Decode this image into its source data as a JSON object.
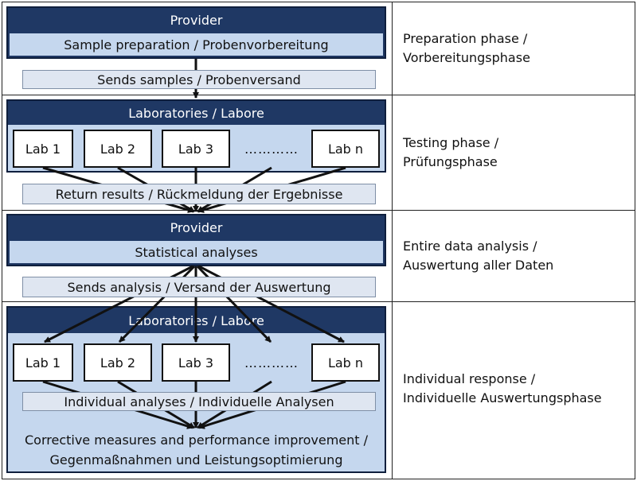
{
  "section1": {
    "provider_header": "Provider",
    "band_label": "Sample preparation / Probenvorbereitung",
    "bar_label": "Sends samples / Probenversand",
    "phase_line1": "Preparation phase /",
    "phase_line2": "Vorbereitungsphase"
  },
  "section2": {
    "header": "Laboratories / Labore",
    "labs": [
      "Lab 1",
      "Lab 2",
      "Lab 3",
      "…………",
      "Lab n"
    ],
    "bar_label": "Return results / Rückmeldung der Ergebnisse",
    "phase_line1": "Testing phase /",
    "phase_line2": "Prüfungsphase"
  },
  "section3": {
    "provider_header": "Provider",
    "band_label": "Statistical analyses",
    "bar_label": "Sends analysis / Versand der Auswertung",
    "phase_line1": "Entire data analysis /",
    "phase_line2": "Auswertung aller Daten"
  },
  "section4": {
    "header": "Laboratories / Labore",
    "labs": [
      "Lab 1",
      "Lab 2",
      "Lab 3",
      "…………",
      "Lab n"
    ],
    "bar_label": "Individual analyses / Individuelle Analysen",
    "result_line1": "Corrective measures and performance improvement /",
    "result_line2": "Gegenmaßnahmen und Leistungsoptimierung",
    "phase_line1": "Individual response /",
    "phase_line2": "Individuelle Auswertungsphase"
  },
  "colors": {
    "navy": "#1f3864",
    "light_blue": "#c5d7ee",
    "bar_fill": "#dfe6f1"
  }
}
